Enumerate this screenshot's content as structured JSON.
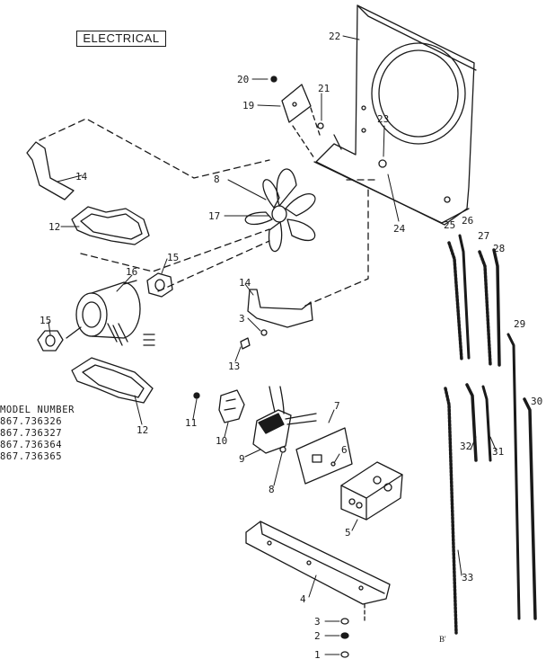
{
  "title": "ELECTRICAL",
  "model_block": {
    "heading": "MODEL NUMBER",
    "models": [
      "867.736326",
      "867.736327",
      "867.736364",
      "867.736365"
    ]
  },
  "callouts": {
    "c1": "1",
    "c2": "2",
    "c3a": "3",
    "c3b": "3",
    "c4": "4",
    "c5": "5",
    "c6": "6",
    "c7": "7",
    "c8a": "8",
    "c8b": "8",
    "c9": "9",
    "c10": "10",
    "c11": "11",
    "c12a": "12",
    "c12b": "12",
    "c13": "13",
    "c14a": "14",
    "c14b": "14",
    "c15a": "15",
    "c15b": "15",
    "c16": "16",
    "c17": "17",
    "c19": "19",
    "c20": "20",
    "c21": "21",
    "c22": "22",
    "c23": "23",
    "c24": "24",
    "c25": "25",
    "c26": "26",
    "c27": "27",
    "c28": "28",
    "c29": "29",
    "c30": "30",
    "c31": "31",
    "c32": "32",
    "c33": "33"
  },
  "footer_mark": "B'"
}
